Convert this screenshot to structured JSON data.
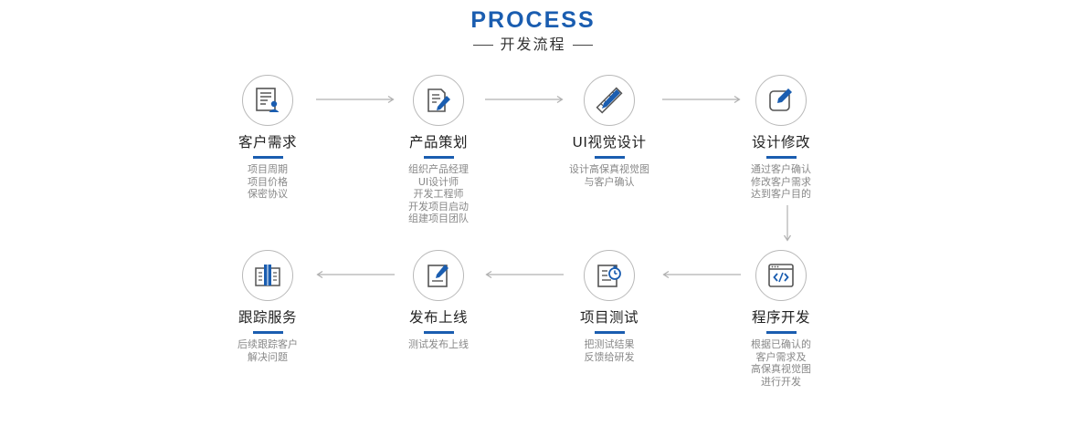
{
  "header": {
    "title": "PROCESS",
    "subtitle": "开发流程"
  },
  "steps": [
    {
      "title": "客户需求",
      "icon": "requirements-doc-icon",
      "desc": [
        "项目周期",
        "项目价格",
        "保密协议"
      ]
    },
    {
      "title": "产品策划",
      "icon": "planning-doc-icon",
      "desc": [
        "组织产品经理",
        "UI设计师",
        "开发工程师",
        "开发项目启动",
        "组建项目团队"
      ]
    },
    {
      "title": "UI视觉设计",
      "icon": "design-tools-icon",
      "desc": [
        "设计高保真视觉图",
        "与客户确认"
      ]
    },
    {
      "title": "设计修改",
      "icon": "edit-icon",
      "desc": [
        "通过客户确认",
        "修改客户需求",
        "达到客户目的"
      ]
    },
    {
      "title": "程序开发",
      "icon": "code-window-icon",
      "desc": [
        "根据已确认的",
        "客户需求及",
        "高保真视觉图",
        "进行开发"
      ]
    },
    {
      "title": "项目测试",
      "icon": "testing-stopwatch-icon",
      "desc": [
        "把测试结果",
        "反馈给研发"
      ]
    },
    {
      "title": "发布上线",
      "icon": "publish-icon",
      "desc": [
        "测试发布上线"
      ]
    },
    {
      "title": "跟踪服务",
      "icon": "tracking-service-icon",
      "desc": [
        "后续跟踪客户",
        "解决问题"
      ]
    }
  ],
  "colors": {
    "accent": "#1a5db0",
    "arrow": "#b0b0b0",
    "icon_line": "#555555"
  }
}
